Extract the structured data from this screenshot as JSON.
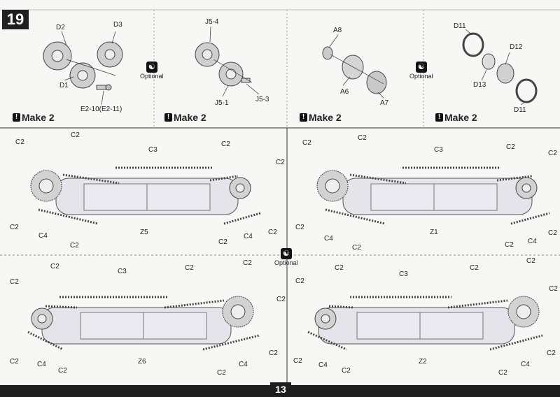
{
  "step": "19",
  "page_number": "13",
  "optional_label": "Optional",
  "make_label": "Make 2",
  "top": {
    "p1": {
      "d2": "D2",
      "d3": "D3",
      "d1": "D1",
      "e2": "E2-10(E2-11)"
    },
    "p2": {
      "j5_4": "J5-4",
      "j5_1": "J5-1",
      "j5_3": "J5-3"
    },
    "p3": {
      "a8": "A8",
      "a6": "A6",
      "a7": "A7"
    },
    "p4": {
      "d11a": "D11",
      "d12": "D12",
      "d13": "D13",
      "d11b": "D11"
    }
  },
  "tracks": [
    {
      "c3": "C3",
      "c4": "C4",
      "c2": "C2",
      "hull": "Z5"
    },
    {
      "c3": "C3",
      "c4": "C4",
      "c2": "C2",
      "hull": "Z1"
    },
    {
      "c3": "C3",
      "c4": "C4",
      "c2": "C2",
      "hull": "Z6"
    },
    {
      "c3": "C3",
      "c4": "C4",
      "c2": "C2",
      "hull": "Z2"
    }
  ]
}
